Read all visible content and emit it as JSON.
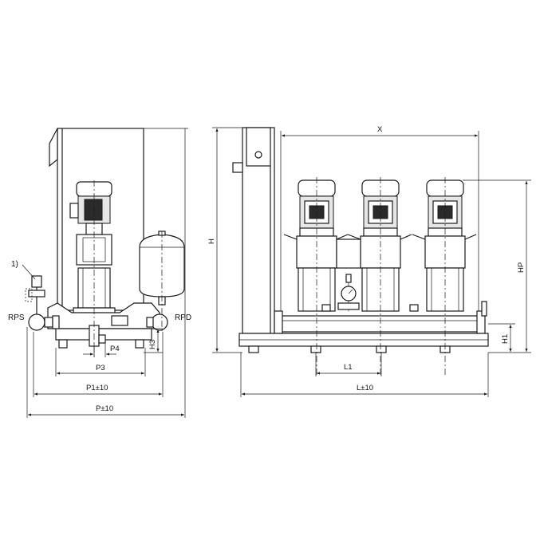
{
  "labels": {
    "note_1": "1)",
    "rps": "RPS",
    "rpd": "RPD"
  },
  "dimensions": {
    "h3": "H3",
    "p4": "P4",
    "p3": "P3",
    "p1": "P1±10",
    "p": "P±10",
    "h": "H",
    "x": "X",
    "hp": "HP",
    "h1": "H1",
    "l1": "L1",
    "l": "L±10"
  }
}
